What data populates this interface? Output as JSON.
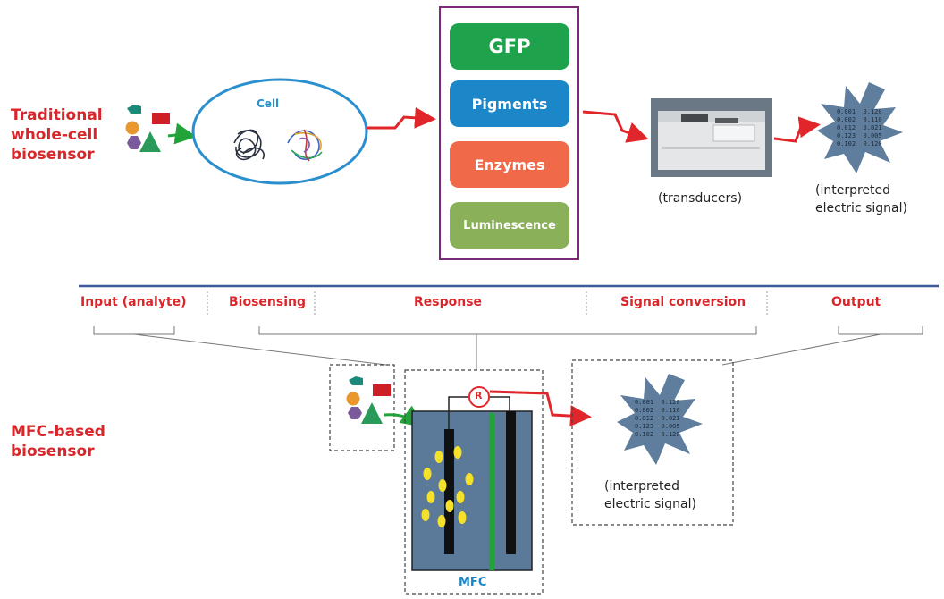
{
  "traditional": {
    "title_lines": [
      "Traditional",
      "whole-cell",
      "biosensor"
    ],
    "cell_label": "Cell",
    "responses": [
      {
        "label": "GFP",
        "color": "#1ea24c"
      },
      {
        "label": "Pigments",
        "color": "#1b86c8"
      },
      {
        "label": "Enzymes",
        "color": "#f06a4a"
      },
      {
        "label": "Luminescence",
        "color": "#8ab05a"
      }
    ],
    "transducer_caption": "(transducers)",
    "output_caption_lines": [
      "(interpreted",
      "electric signal)"
    ]
  },
  "stages": [
    "Input (analyte)",
    "Biosensing",
    "Response",
    "Signal conversion",
    "Output"
  ],
  "mfc": {
    "title_lines": [
      "MFC-based",
      "biosensor"
    ],
    "resistor_label": "R",
    "mfc_label": "MFC",
    "output_caption_lines": [
      "(interpreted",
      "electric signal)"
    ]
  },
  "signal_readout": [
    [
      "0.001",
      "0.120"
    ],
    [
      "0.002",
      "0.110"
    ],
    [
      "0.012",
      "0.021"
    ],
    [
      "0.123",
      "0.005"
    ],
    [
      "0.102",
      "0.120"
    ]
  ],
  "colors": {
    "title_red": "#d9262b",
    "arrow_red": "#e0262a",
    "arrow_green": "#22a33a",
    "cell_border": "#2a8fcf",
    "panel_border": "#7b2a78",
    "divider": "#3a5a9a",
    "mfc_fill": "#5b7a99",
    "star_fill": "#5f7d9d"
  }
}
